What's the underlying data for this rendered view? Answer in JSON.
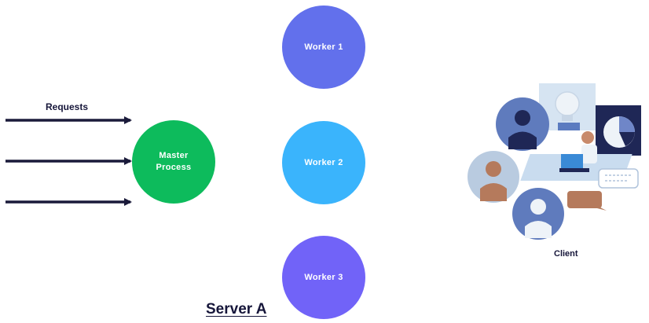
{
  "requests": {
    "label": "Requests",
    "arrow_count": 3
  },
  "master": {
    "label": "Master\nProcess",
    "color": "#0dbb5c"
  },
  "workers": [
    {
      "label": "Worker 1",
      "color": "#6270ec"
    },
    {
      "label": "Worker 2",
      "color": "#3ab4fc"
    },
    {
      "label": "Worker 3",
      "color": "#7163f8"
    }
  ],
  "client": {
    "label": "Client"
  },
  "server": {
    "label": "Server A"
  },
  "colors": {
    "arrow": "#1a1a3a",
    "label_text": "#16163a"
  }
}
